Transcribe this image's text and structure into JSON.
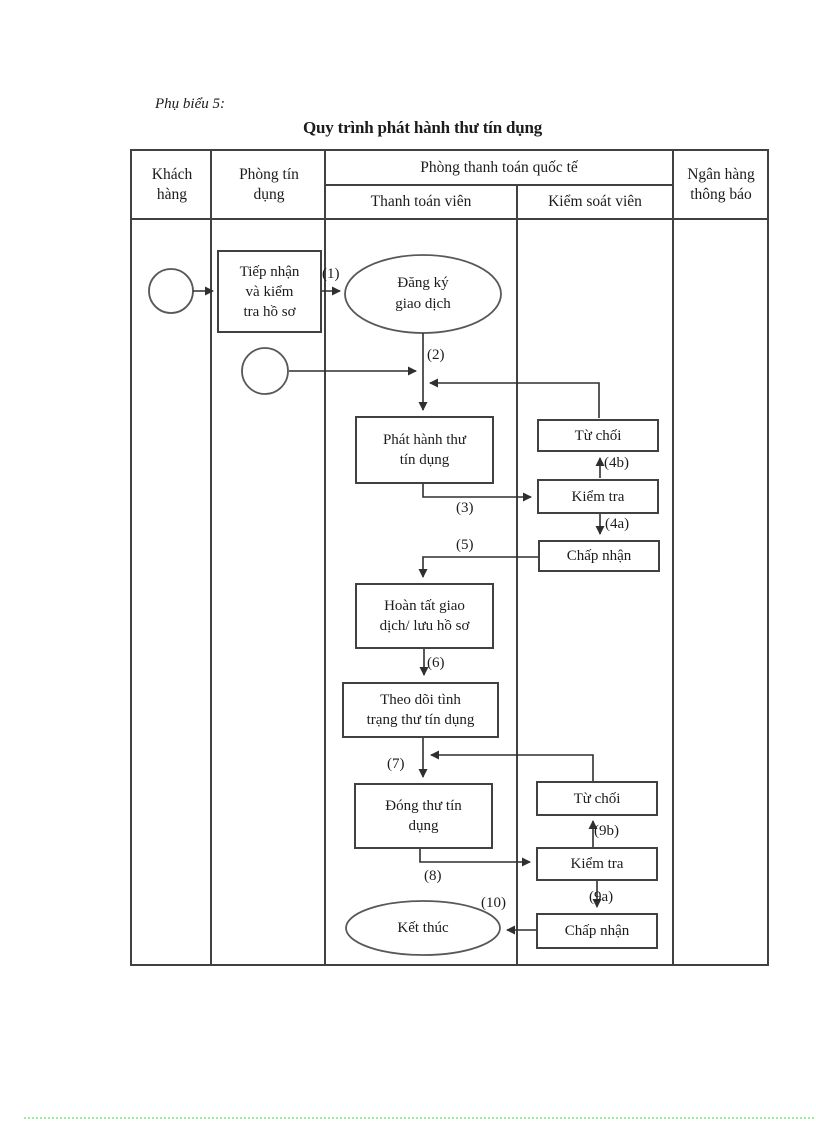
{
  "page": {
    "caption": "Phụ biểu 5:",
    "title": "Quy trình phát hành thư tín dụng"
  },
  "lanes": {
    "customer": {
      "lines": [
        "Khách",
        "hàng"
      ]
    },
    "credit_dept": {
      "lines": [
        "Phòng tín",
        "dụng"
      ]
    },
    "intl_payment_dept": "Phòng thanh toán quốc tế",
    "payment_officer": "Thanh toán viên",
    "controller": "Kiểm soát viên",
    "advising_bank": {
      "lines": [
        "Ngân hàng",
        "thông báo"
      ]
    }
  },
  "nodes": {
    "receive": {
      "lines": [
        "Tiếp nhận",
        "và kiểm",
        "tra hồ sơ"
      ]
    },
    "register": {
      "lines": [
        "Đăng ký",
        "giao dịch"
      ]
    },
    "issue": {
      "lines": [
        "Phát hành thư",
        "tín dụng"
      ]
    },
    "reject1": "Từ chối",
    "check1": "Kiểm tra",
    "accept1": "Chấp nhận",
    "complete": {
      "lines": [
        "Hoàn tất giao",
        "dịch/ lưu hồ sơ"
      ]
    },
    "track": {
      "lines": [
        "Theo dõi tình",
        "trạng thư tín dụng"
      ]
    },
    "close": {
      "lines": [
        "Đóng thư tín",
        "dụng"
      ]
    },
    "reject2": "Từ chối",
    "check2": "Kiểm tra",
    "accept2": "Chấp nhận",
    "end": "Kết thúc"
  },
  "edge_labels": {
    "s1": "(1)",
    "s2": "(2)",
    "s3": "(3)",
    "s4a": "(4a)",
    "s4b": "(4b)",
    "s5": "(5)",
    "s6": "(6)",
    "s7": "(7)",
    "s8": "(8)",
    "s9a": "(9a)",
    "s9b": "(9b)",
    "s10": "(10)"
  },
  "colors": {
    "grid_line": "#414141",
    "connector": "#2f2f2f",
    "shape_outline": "#585858",
    "text": "#1c1c1c",
    "footer_dotted": "#9cf39c"
  }
}
